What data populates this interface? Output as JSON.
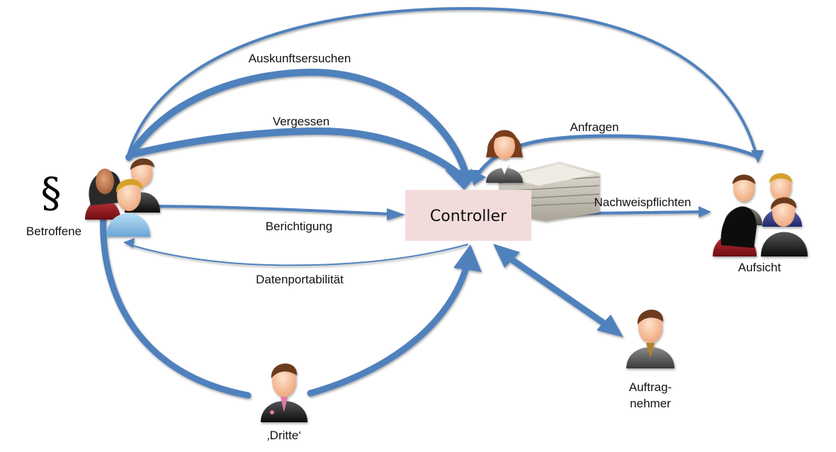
{
  "diagram": {
    "accent_color": "#4f81bd",
    "controller_fill": "#f2dcdb",
    "central_node": {
      "label": "Controller"
    },
    "symbol": {
      "label": "§",
      "meaning": "paragraph-sign"
    },
    "nodes": [
      {
        "id": "betroffene",
        "label": "Betroffene",
        "icon": "group-of-three-people-icon"
      },
      {
        "id": "aufsicht",
        "label": "Aufsicht",
        "icon": "group-of-four-people-icon"
      },
      {
        "id": "auftragnehmer",
        "label_line1": "Auftrag-",
        "label_line2": "nehmer",
        "icon": "businessman-icon"
      },
      {
        "id": "dritte",
        "label": "‚Dritte‘",
        "icon": "businessman-pink-tie-icon"
      },
      {
        "id": "clerk",
        "label": "",
        "icon": "businesswoman-icon"
      },
      {
        "id": "documents",
        "label": "",
        "icon": "paper-stack-icon"
      }
    ],
    "edges": [
      {
        "id": "auskunftsersuchen",
        "label": "Auskunftsersuchen",
        "from": "Betroffene",
        "to": "Controller"
      },
      {
        "id": "betroffene-aufsicht",
        "label": "",
        "from": "Betroffene",
        "to": "Aufsicht"
      },
      {
        "id": "vergessen",
        "label": "Vergessen",
        "from": "Betroffene",
        "to": "Controller"
      },
      {
        "id": "berichtigung",
        "label": "Berichtigung",
        "from": "Betroffene",
        "to": "Controller"
      },
      {
        "id": "datenportabilitaet",
        "label": "Datenportabilität",
        "from": "Controller",
        "to": "Betroffene"
      },
      {
        "id": "dritte-flow",
        "label": "",
        "from": "Betroffene",
        "to": "Controller",
        "via": "‚Dritte‘"
      },
      {
        "id": "anfragen",
        "label": "Anfragen",
        "from": "Controller",
        "to": "Aufsicht"
      },
      {
        "id": "nachweispflichten",
        "label": "Nachweispflichten",
        "from": "Controller",
        "to": "Aufsicht"
      },
      {
        "id": "auftragnehmer-link",
        "label": "",
        "from": "Controller",
        "to": "Auftragnehmer",
        "bidirectional": true
      }
    ]
  }
}
